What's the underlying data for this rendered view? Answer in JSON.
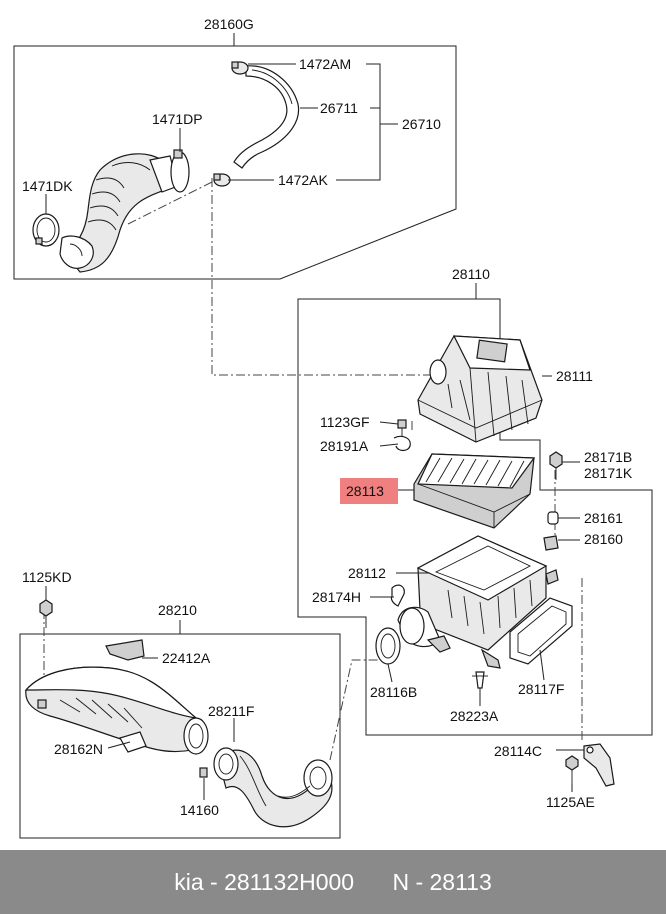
{
  "labels": {
    "l28160G": "28160G",
    "l1472AM": "1472AM",
    "l26711": "26711",
    "l26710": "26710",
    "l1471DP": "1471DP",
    "l1471DK": "1471DK",
    "l1472AK": "1472AK",
    "l28110": "28110",
    "l28111": "28111",
    "l1123GF": "1123GF",
    "l28191A": "28191A",
    "l28171B": "28171B",
    "l28171K": "28171K",
    "l28113": "28113",
    "l28161": "28161",
    "l28160": "28160",
    "l28112": "28112",
    "l28174H": "28174H",
    "l1125KD": "1125KD",
    "l28210": "28210",
    "l22412A": "22412A",
    "l28116B": "28116B",
    "l28117F": "28117F",
    "l28223A": "28223A",
    "l28211F": "28211F",
    "l28162N": "28162N",
    "l28114C": "28114C",
    "l14160": "14160",
    "l1125AE": "1125AE"
  },
  "highlight_color": "#f08080",
  "footer": {
    "brand": "kia",
    "part_number": "281132H000",
    "ref_number": "N - 28113",
    "text": "kia - 281132H000      N - 28113"
  }
}
